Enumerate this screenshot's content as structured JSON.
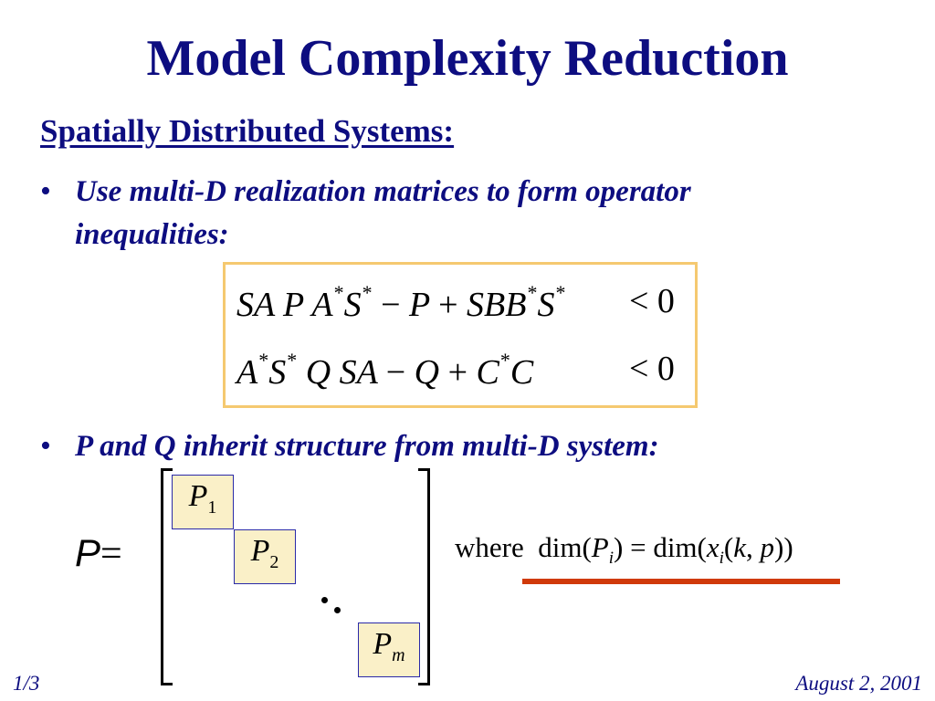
{
  "title": "Model Complexity Reduction",
  "subtitle": "Spatially Distributed Systems:",
  "bullets": [
    {
      "marker": "•",
      "line1": "Use multi-D realization matrices to form operator",
      "line2": "inequalities:"
    },
    {
      "marker": "•",
      "line1": "P and Q inherit structure from multi-D system:"
    }
  ],
  "equations": {
    "eq1": {
      "lhs_a": "SA",
      "lhs_b": "P",
      "lhs_c": "A",
      "star": "*",
      "lhs_d": "S",
      "minus": "−",
      "lhs_e": "P",
      "plus": "+",
      "lhs_f": "SBB",
      "lhs_g": "S",
      "rhs": "< 0"
    },
    "eq2": {
      "a": "A",
      "star": "*",
      "b": "S",
      "c": "Q",
      "d": "SA",
      "minus": "−",
      "e": "Q",
      "plus": "+",
      "f": "C",
      "g": "C",
      "rhs": "< 0"
    }
  },
  "matrix": {
    "label": "P",
    "equals": "=",
    "blocks": [
      {
        "letter": "P",
        "sub": "1"
      },
      {
        "letter": "P",
        "sub": "2"
      },
      {
        "letter": "P",
        "sub": "m"
      }
    ]
  },
  "where_clause": {
    "word": "where",
    "dim1": "dim(",
    "P": "P",
    "i": "i",
    "mid": ") = dim(",
    "x": "x",
    "i2": "i",
    "args_open": "(",
    "k": "k",
    "comma": ", ",
    "p": "p",
    "close": "))"
  },
  "footer": {
    "page": "1/3",
    "date": "August 2, 2001"
  },
  "colors": {
    "title": "#0d0d80",
    "box_border": "#f5c970",
    "block_fill": "#faf0c8",
    "accent_bar": "#d03a0a"
  }
}
